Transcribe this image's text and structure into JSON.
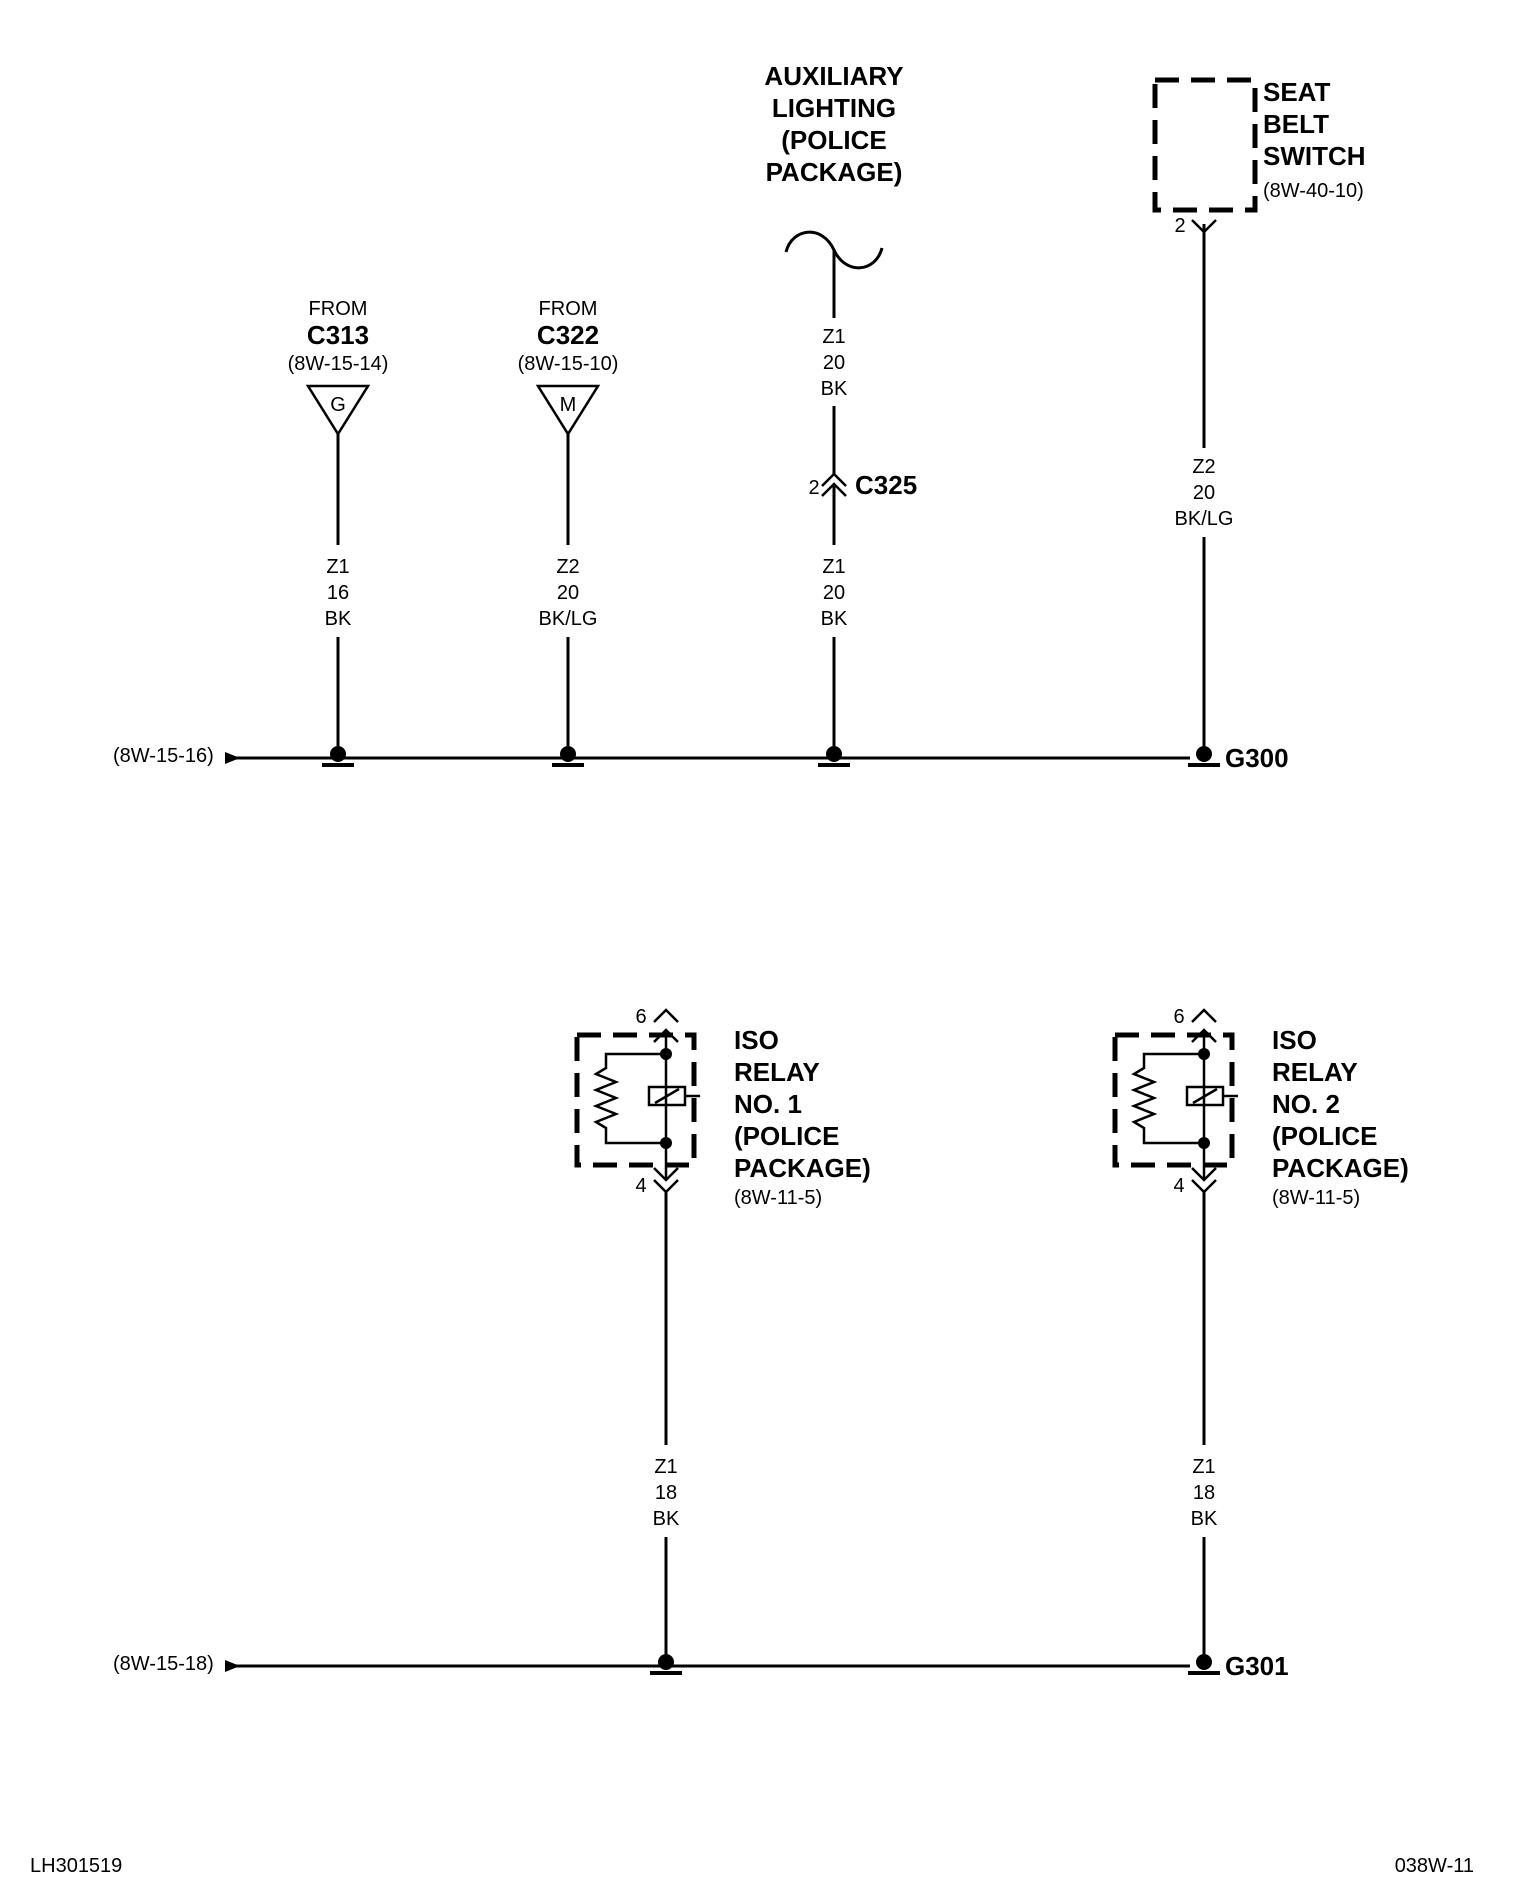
{
  "top": {
    "connector_c313": {
      "from": "FROM",
      "name": "C313",
      "ref": "(8W-15-14)",
      "pin": "G",
      "wire": [
        "Z1",
        "16",
        "BK"
      ]
    },
    "connector_c322": {
      "from": "FROM",
      "name": "C322",
      "ref": "(8W-15-10)",
      "pin": "M",
      "wire": [
        "Z2",
        "20",
        "BK/LG"
      ]
    },
    "aux_lighting": {
      "title": [
        "AUXILIARY",
        "LIGHTING",
        "(POLICE",
        "PACKAGE)"
      ],
      "wire_upper": [
        "Z1",
        "20",
        "BK"
      ],
      "connector_pin": "2",
      "connector_name": "C325",
      "wire_lower": [
        "Z1",
        "20",
        "BK"
      ]
    },
    "seat_belt_switch": {
      "title": [
        "SEAT",
        "BELT",
        "SWITCH"
      ],
      "ref": "(8W-40-10)",
      "pin": "2",
      "wire": [
        "Z2",
        "20",
        "BK/LG"
      ]
    },
    "bus_ref": "(8W-15-16)",
    "ground": "G300"
  },
  "bottom": {
    "relay1": {
      "title": [
        "ISO",
        "RELAY",
        "NO. 1",
        "(POLICE",
        "PACKAGE)"
      ],
      "ref": "(8W-11-5)",
      "pin_top": "6",
      "pin_bottom": "4",
      "wire": [
        "Z1",
        "18",
        "BK"
      ]
    },
    "relay2": {
      "title": [
        "ISO",
        "RELAY",
        "NO. 2",
        "(POLICE",
        "PACKAGE)"
      ],
      "ref": "(8W-11-5)",
      "pin_top": "6",
      "pin_bottom": "4",
      "wire": [
        "Z1",
        "18",
        "BK"
      ]
    },
    "bus_ref": "(8W-15-18)",
    "ground": "G301"
  },
  "footer": {
    "left_code": "LH301519",
    "right_code": "038W-11"
  }
}
